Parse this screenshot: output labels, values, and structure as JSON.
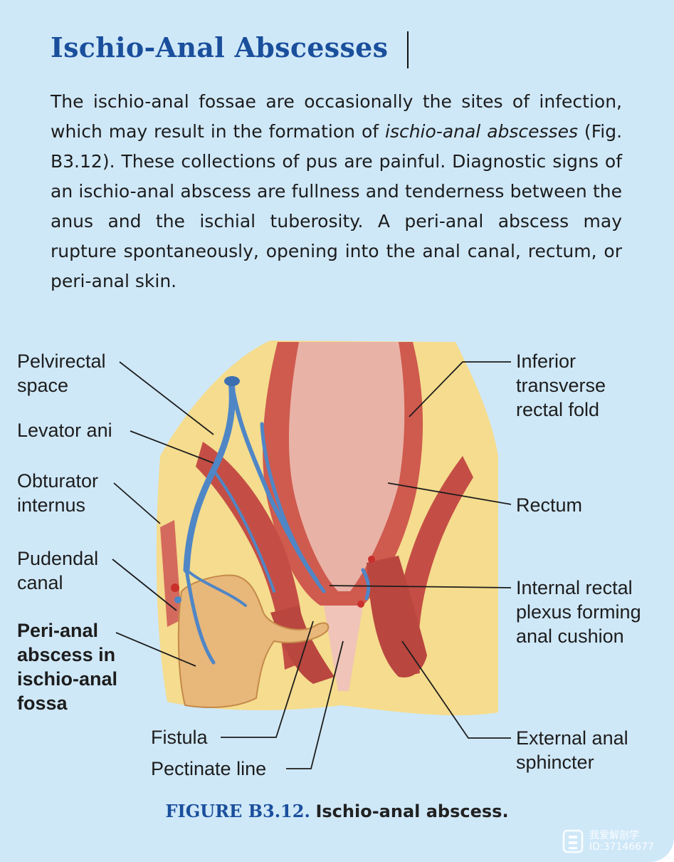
{
  "title": "Ischio-Anal Abscesses",
  "paragraph": {
    "part1": "The ischio-anal fossae are occasionally the sites of infection, which may result in the formation of ",
    "italic": "ischio-anal abscesses",
    "part2": " (Fig. B3.12). These collections of pus are painful. Diagnostic signs of an ischio-anal abscess are fullness and tenderness between the anus and the ischial tuberosity. A peri-anal abscess may rupture spontaneously, opening into the anal canal, rectum, or peri-anal skin."
  },
  "figure": {
    "labels_left": [
      "Pelvirectal\nspace",
      "Levator ani",
      "Obturator\ninternus",
      "Pudendal\ncanal",
      "Peri-anal\nabscess in\nischio-anal\nfossa",
      "Fistula",
      "Pectinate line"
    ],
    "labels_right": [
      "Inferior\ntransverse\nrectal fold",
      "Rectum",
      "Internal rectal\nplexus forming\nanal cushion",
      "External anal\nsphincter"
    ],
    "caption_number": "FIGURE B3.12.",
    "caption_text": "Ischio-anal abscess."
  },
  "watermark": {
    "line1": "我爱解剖学",
    "line2": "ID:37146677"
  },
  "colors": {
    "panel_bg": "#cfe8f8",
    "title_blue": "#1a4f9c",
    "fat_yellow": "#f5dc8e",
    "muscle_red": "#cf5a4e",
    "mucosa_pink": "#e9b2a6",
    "vessel_blue": "#4f86c6",
    "abscess_tan": "#e8b77a"
  }
}
